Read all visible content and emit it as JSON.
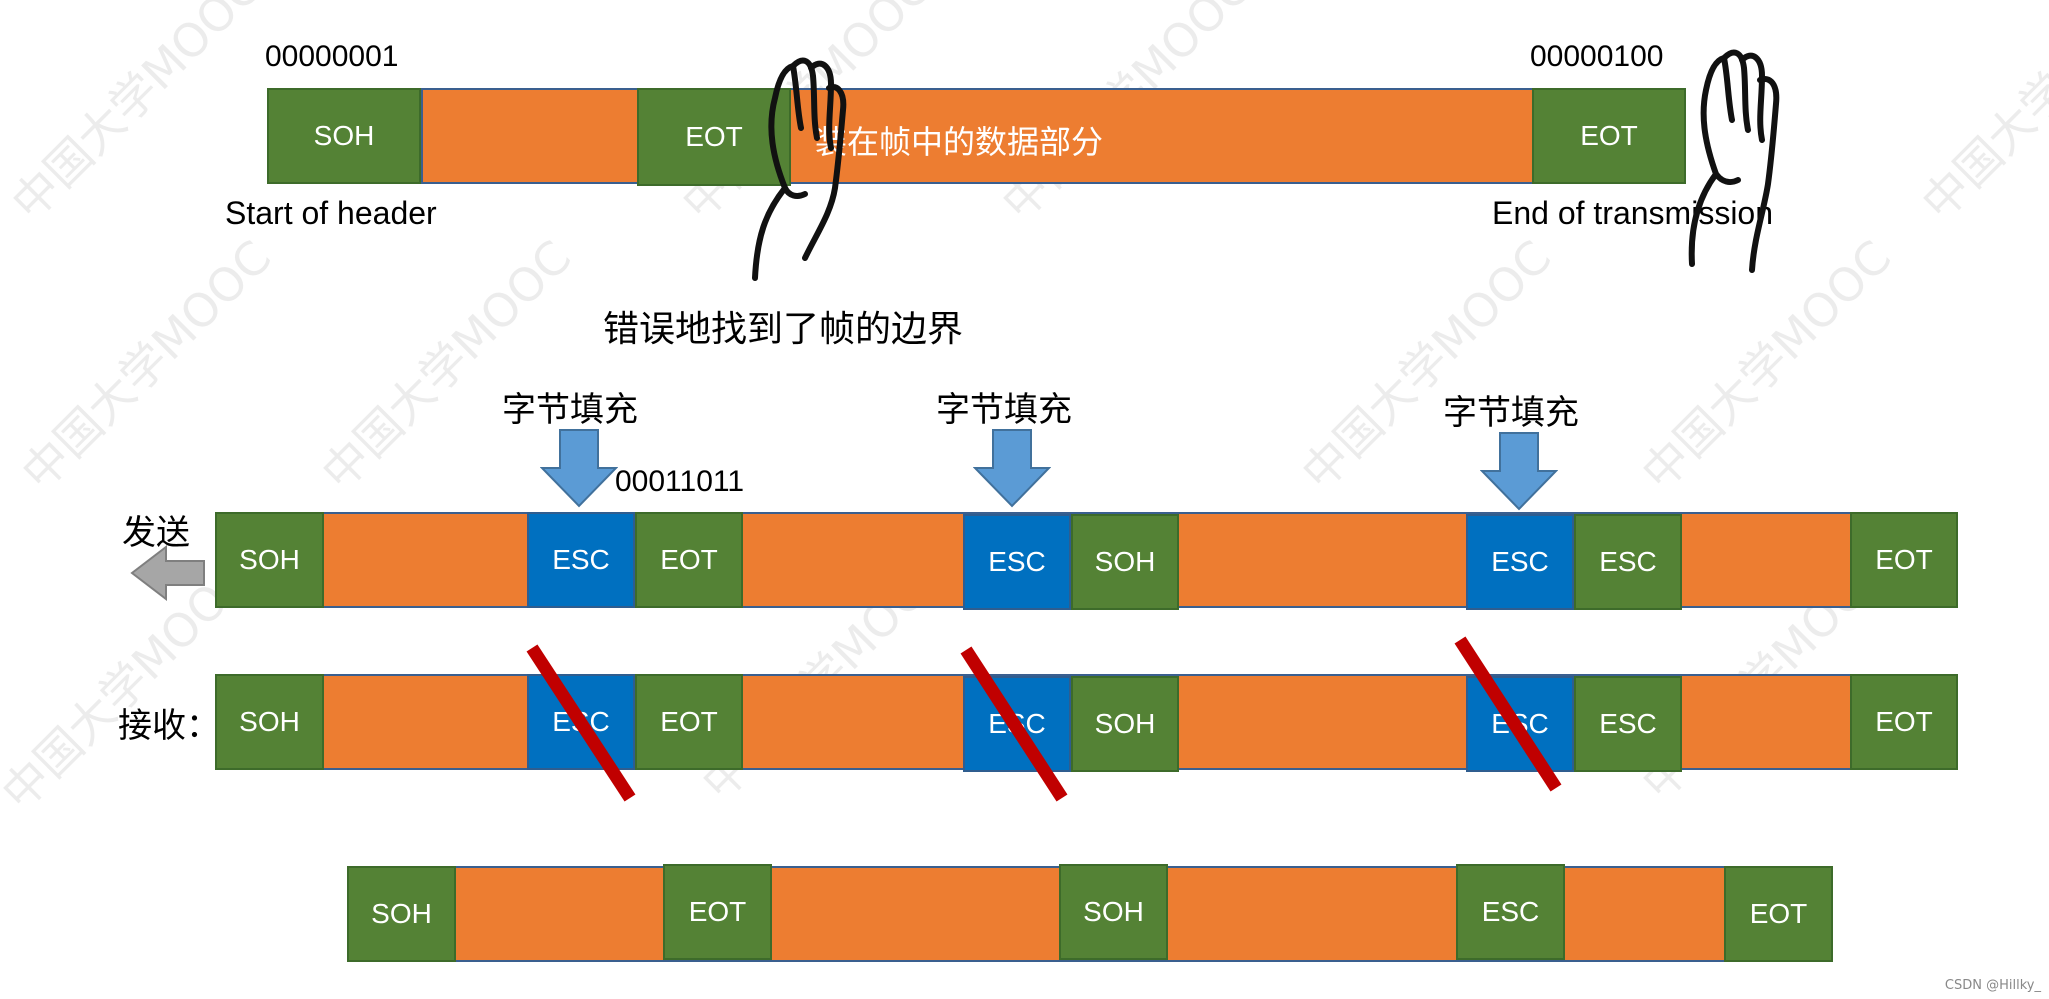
{
  "top_frame": {
    "bits_left": "00000001",
    "bits_right": "00000100",
    "soh": "SOH",
    "eot_inner": "EOT",
    "eot_end": "EOT",
    "data_label": "装在帧中的数据部分",
    "start_label": "Start of header",
    "end_label": "End of transmission",
    "error_caption": "错误地找到了帧的边界"
  },
  "stuffing": {
    "label": "字节填充",
    "esc_bits": "00011011"
  },
  "send_row": {
    "label": "发送",
    "cells": [
      "SOH",
      "ESC",
      "EOT",
      "ESC",
      "SOH",
      "ESC",
      "ESC",
      "EOT"
    ]
  },
  "receive_row": {
    "label": "接收：",
    "cells": [
      "SOH",
      "ESC",
      "EOT",
      "ESC",
      "SOH",
      "ESC",
      "ESC",
      "EOT"
    ]
  },
  "result_row": {
    "cells": [
      "SOH",
      "EOT",
      "SOH",
      "ESC",
      "EOT"
    ]
  },
  "watermark": "中国大学MOOC",
  "footer": "CSDN @Hillky_",
  "colors": {
    "control": "#548235",
    "data": "#ed7d31",
    "esc": "#0070c0",
    "arrow": "#5b9bd5",
    "strike": "#c00000",
    "send_arrow": "#a6a6a6"
  }
}
